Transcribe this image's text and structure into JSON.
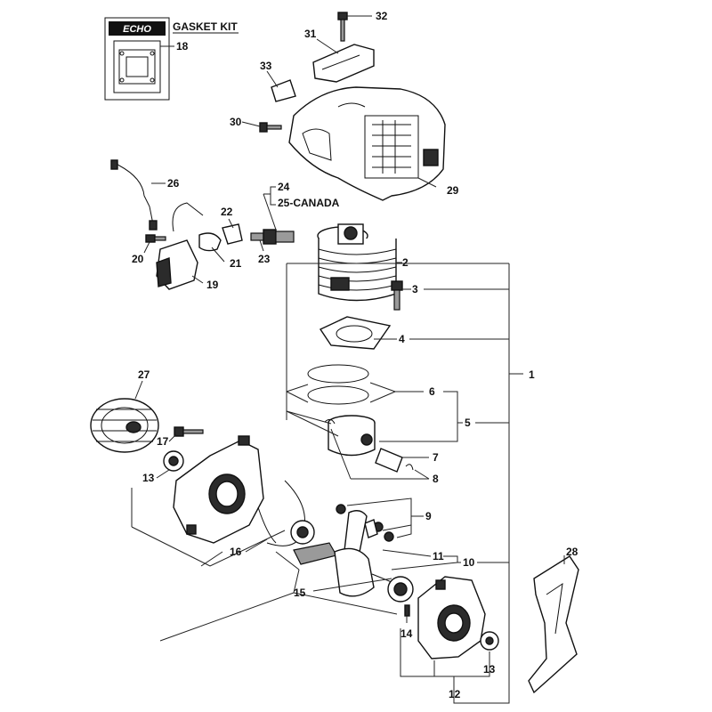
{
  "kit": {
    "brand": "ECHO",
    "title": "GASKET KIT"
  },
  "callouts": {
    "c1": "1",
    "c2": "2",
    "c3": "3",
    "c4": "4",
    "c5": "5",
    "c6": "6",
    "c7": "7",
    "c8": "8",
    "c9": "9",
    "c10": "10",
    "c11": "11",
    "c12": "12",
    "c13a": "13",
    "c13b": "13",
    "c14": "14",
    "c15": "15",
    "c16": "16",
    "c17": "17",
    "c18": "18",
    "c19": "19",
    "c20": "20",
    "c21": "21",
    "c22": "22",
    "c23": "23",
    "c24": "24",
    "c25": "25-CANADA",
    "c26": "26",
    "c27": "27",
    "c28": "28",
    "c29": "29",
    "c30": "30",
    "c31": "31",
    "c32": "32",
    "c33": "33"
  }
}
